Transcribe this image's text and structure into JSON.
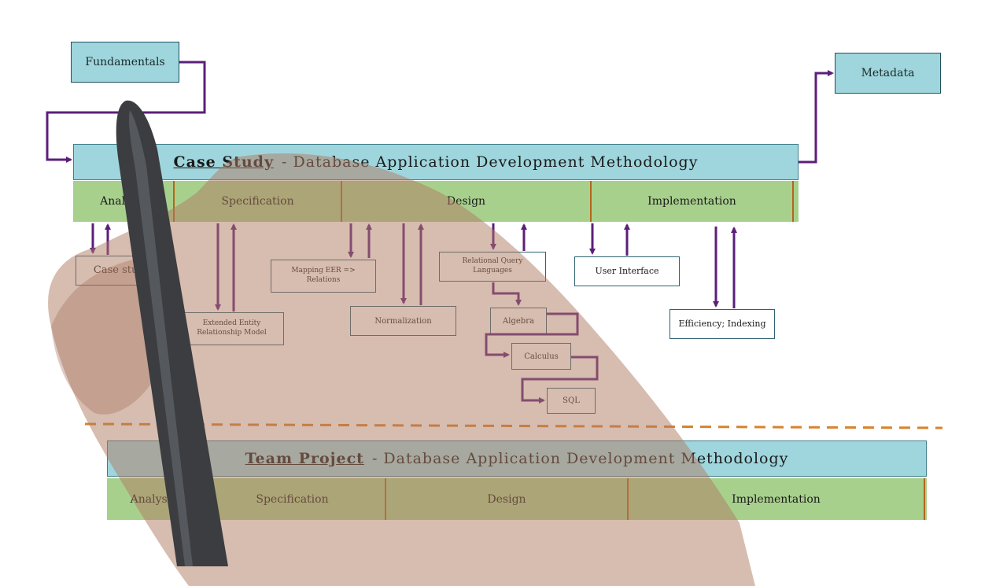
{
  "top_boxes": {
    "fundamentals": "Fundamentals",
    "metadata": "Metadata"
  },
  "case_study": {
    "title_strong": "Case Study",
    "title_rest": "- Database Application Development Methodology",
    "phases": [
      "Analysis",
      "Specification",
      "Design",
      "Implementation"
    ],
    "items": {
      "case_study": "Case study",
      "eer_line1": "Extended Entity",
      "eer_line2": "Relationship Model",
      "mapping_line1": "Mapping EER =>",
      "mapping_line2": "Relations",
      "normalization": "Normalization",
      "rql_line1": "Relational Query",
      "rql_line2": "Languages",
      "algebra": "Algebra",
      "calculus": "Calculus",
      "sql": "SQL",
      "user_interface": "User Interface",
      "efficiency": "Efficiency; Indexing"
    }
  },
  "team_project": {
    "title_strong": "Team Project",
    "title_rest": "- Database Application Development Methodology",
    "phases": [
      "Analysis",
      "Specification",
      "Design",
      "Implementation"
    ]
  },
  "colors": {
    "arrow": "#5b1f7a",
    "title_band": "#9fd6dd",
    "phase_band": "#a8d08d",
    "divider": "#b5651d",
    "dashed_line": "#d9822b"
  }
}
